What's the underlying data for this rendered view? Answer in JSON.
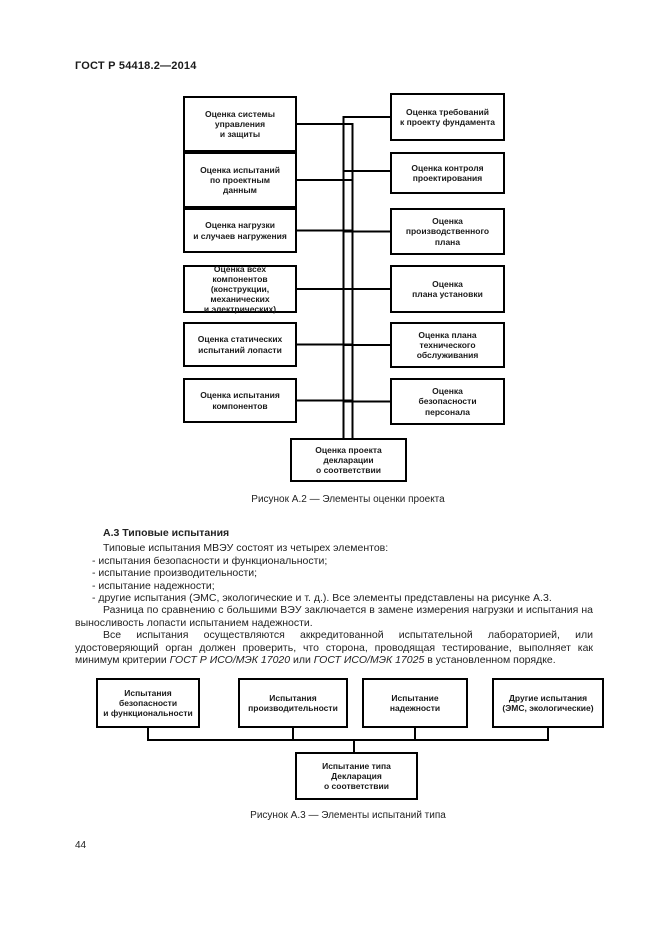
{
  "page": {
    "header": "ГОСТ Р 54418.2—2014",
    "page_number": "44"
  },
  "fig_a2": {
    "left_boxes": [
      "Оценка системы\nуправления\nи защиты",
      "Оценка испытаний\nпо проектным\nданным",
      "Оценка нагрузки\nи случаев нагружения",
      "Оценка всех\nкомпонентов\n(конструкции,\nмеханических\nи электрических)",
      "Оценка статических\nиспытаний лопасти",
      "Оценка испытания\nкомпонентов"
    ],
    "right_boxes": [
      "Оценка требований\nк проекту фундамента",
      "Оценка контроля\nпроектирования",
      "Оценка\nпроизводственного\nплана",
      "Оценка\nплана установки",
      "Оценка плана\nтехнического\nобслуживания",
      "Оценка\nбезопасности\nперсонала"
    ],
    "bottom_box": "Оценка проекта\nдекларации\nо соответствии",
    "caption": "Рисунок А.2 — Элементы оценки проекта"
  },
  "section_a3": {
    "heading": "А.3 Типовые испытания",
    "intro": "Типовые испытания МВЭУ состоят из четырех элементов:",
    "list": [
      "- испытания безопасности и функциональности;",
      "- испытание производительности;",
      "- испытание надежности;",
      "- другие испытания (ЭМС, экологические и т. д.). Все элементы представлены на рисунке А.3."
    ],
    "para2": "Разница по сравнению с большими ВЭУ заключается в замене измерения нагрузки и испытания на выносливость лопасти испытанием надежности.",
    "para3_start": "Все испытания осуществляются аккредитованной испытательной лабораторией, или удостоверяющий орган должен проверить, что сторона, проводящая тестирование, выполняет как минимум критерии ",
    "para3_ref1": "ГОСТ Р ИСО/МЭК 17020",
    "para3_mid": " или ",
    "para3_ref2": "ГОСТ ИСО/МЭК 17025",
    "para3_end": " в установленном порядке."
  },
  "fig_a3": {
    "boxes": [
      "Испытания\nбезопасности\nи функциональности",
      "Испытания\nпроизводительности",
      "Испытание\nнадежности",
      "Другие испытания\n(ЭМС, экологические)"
    ],
    "bottom_box": "Испытание типа\nДекларация\nо соответствии",
    "caption": "Рисунок А.3 — Элементы испытаний типа"
  }
}
